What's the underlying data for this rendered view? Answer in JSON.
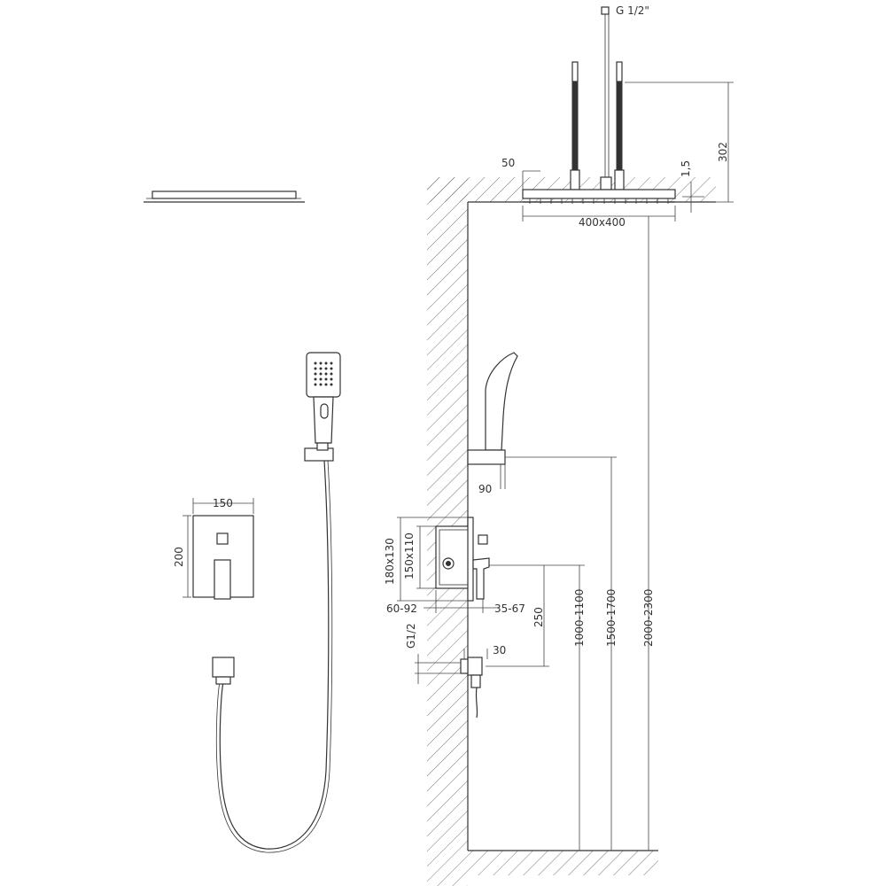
{
  "labels": {
    "thread_top": "G 1/2\"",
    "arm_height": "302",
    "offset_50": "50",
    "plate_thickness": "1,5",
    "head_size": "400x400",
    "mixer_width": "150",
    "mixer_height": "200",
    "holder_depth": "90",
    "box_outer": "180x130",
    "box_inner": "150x110",
    "depth_range": "60-92",
    "projection_range": "35-67",
    "inlet_to_mixer": "250",
    "thread_g12": "G1/2",
    "outlet_30": "30",
    "mixer_height_range": "1000-1100",
    "holder_height_range": "1500-1700",
    "head_height_range": "2000-2300"
  }
}
